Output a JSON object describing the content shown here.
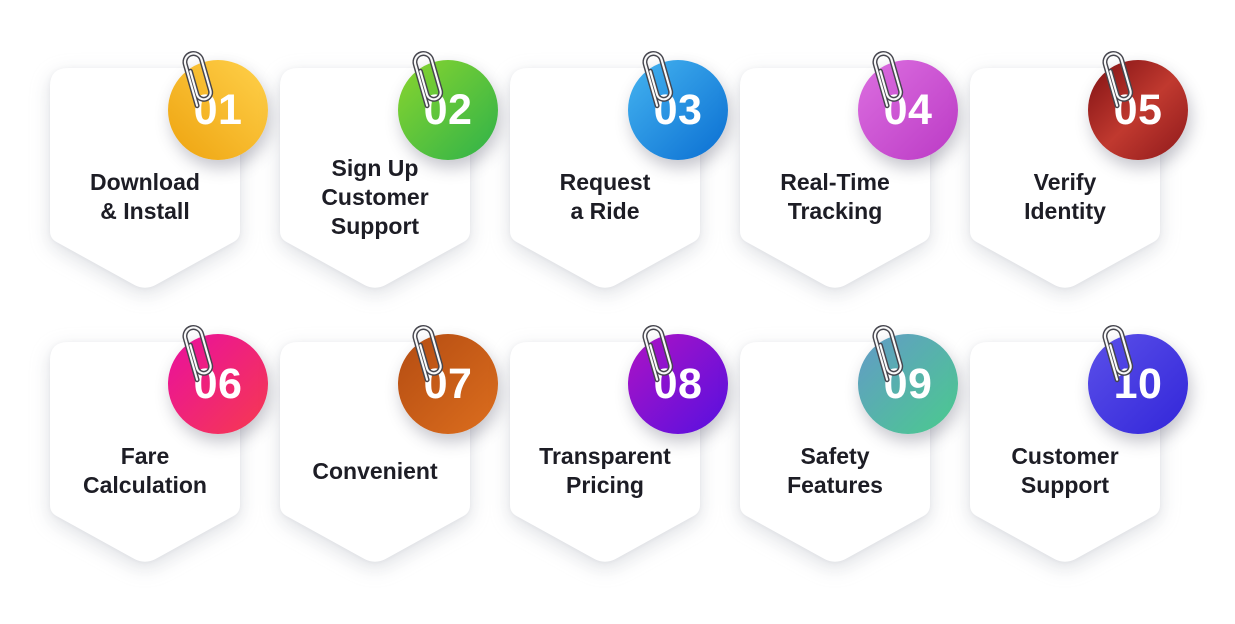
{
  "page": {
    "background_color": "#ffffff",
    "label_text_color": "#1d1d25",
    "badge_number_color": "#ffffff"
  },
  "icons": {
    "paperclip": "paperclip"
  },
  "cards": [
    {
      "number": "01",
      "label": "Download\n& Install",
      "gradient": {
        "angle": "225deg",
        "from": "#FFD14B",
        "mid": null,
        "to": "#EEA30F"
      }
    },
    {
      "number": "02",
      "label": "Sign Up\nCustomer\nSupport",
      "gradient": {
        "angle": "135deg",
        "from": "#8AD52E",
        "mid": null,
        "to": "#2EB24A"
      }
    },
    {
      "number": "03",
      "label": "Request\na Ride",
      "gradient": {
        "angle": "135deg",
        "from": "#45B4F0",
        "mid": null,
        "to": "#0A6ED2"
      }
    },
    {
      "number": "04",
      "label": "Real-Time\nTracking",
      "gradient": {
        "angle": "135deg",
        "from": "#DC6FE0",
        "mid": null,
        "to": "#BB3AC5"
      }
    },
    {
      "number": "05",
      "label": "Verify\nIdentity",
      "gradient": {
        "angle": "135deg",
        "from": "#7E1013",
        "mid": "#C0392F",
        "to": "#8E191B"
      }
    },
    {
      "number": "06",
      "label": "Fare\nCalculation",
      "gradient": {
        "angle": "135deg",
        "from": "#E90F9F",
        "mid": null,
        "to": "#F63A4F"
      }
    },
    {
      "number": "07",
      "label": "Convenient",
      "gradient": {
        "angle": "135deg",
        "from": "#B44C12",
        "mid": null,
        "to": "#DC6E1E"
      }
    },
    {
      "number": "08",
      "label": "Transparent\nPricing",
      "gradient": {
        "angle": "135deg",
        "from": "#AE13C4",
        "mid": null,
        "to": "#5610E0"
      }
    },
    {
      "number": "09",
      "label": "Safety\nFeatures",
      "gradient": {
        "angle": "135deg",
        "from": "#639AC8",
        "mid": null,
        "to": "#4ACB8D"
      }
    },
    {
      "number": "10",
      "label": "Customer\nSupport",
      "gradient": {
        "angle": "135deg",
        "from": "#5B50E9",
        "mid": null,
        "to": "#3226D9"
      }
    }
  ]
}
